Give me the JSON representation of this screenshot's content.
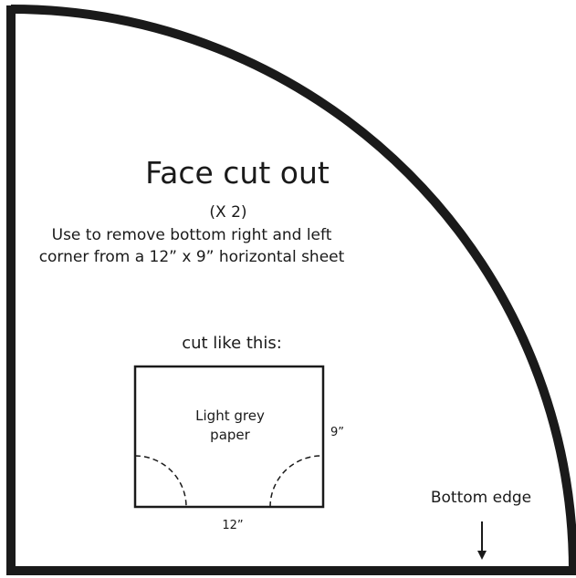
{
  "title": "Face cut out",
  "quantity": "(X 2)",
  "instructions": [
    "Use to remove bottom right and left",
    "corner from a 12” x 9” horizontal sheet"
  ],
  "diagram": {
    "caption": "cut like this:",
    "paper_label": [
      "Light grey",
      "paper"
    ],
    "height_label": "9”",
    "width_label": "12”"
  },
  "bottom_edge_label": "Bottom edge",
  "colors": {
    "stroke": "#1a1a1a",
    "background": "#ffffff"
  }
}
